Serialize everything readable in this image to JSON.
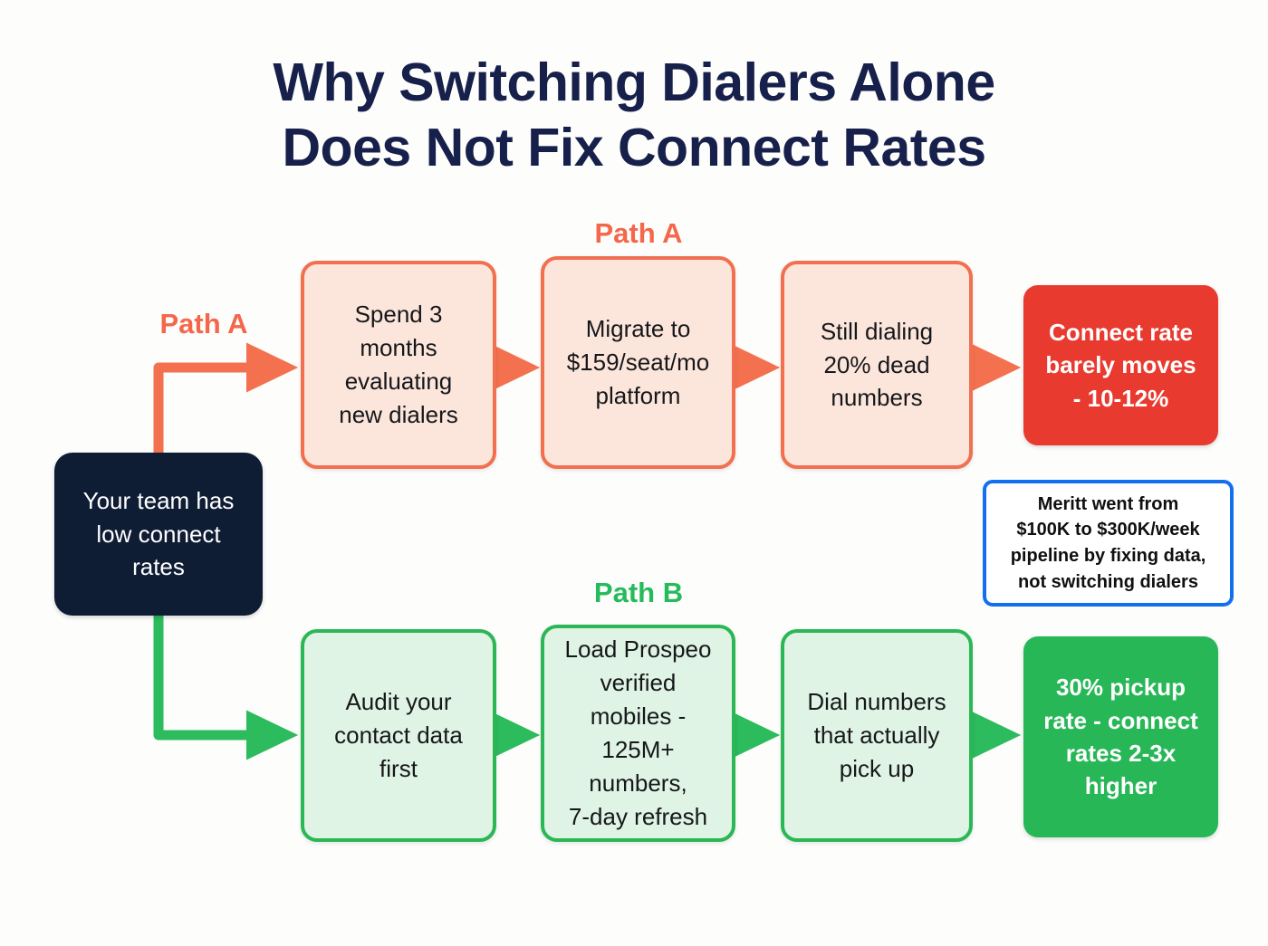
{
  "title": {
    "line1": "Why Switching Dialers Alone",
    "line2": "Does Not Fix Connect Rates"
  },
  "colors": {
    "background": "#fdfdfc",
    "title_navy": "#16204a",
    "start_navy": "#0e1c34",
    "path_a_accent": "#f07050",
    "path_a_label": "#f4674a",
    "path_a_fill": "#fce6dc",
    "path_a_result": "#e93a2f",
    "path_b_accent": "#2cb757",
    "path_b_label": "#25bb5d",
    "path_b_fill": "#dff4e4",
    "path_b_result": "#28b757",
    "callout_border": "#1270ee"
  },
  "start_node": {
    "text": "Your team has\nlow connect\nrates"
  },
  "labels": {
    "path_a_left": "Path A",
    "path_a_top": "Path A",
    "path_b_top": "Path B"
  },
  "path_a": {
    "name": "Path A",
    "steps": [
      {
        "text": "Spend 3\nmonths\nevaluating\nnew dialers"
      },
      {
        "text": "Migrate to\n$159/seat/mo\nplatform"
      },
      {
        "text": "Still dialing\n20% dead\nnumbers"
      }
    ],
    "result": {
      "text": "Connect rate\nbarely moves\n- 10-12%"
    }
  },
  "path_b": {
    "name": "Path B",
    "steps": [
      {
        "text": "Audit your\ncontact data\nfirst"
      },
      {
        "text": "Load Prospeo\nverified\nmobiles -\n125M+ numbers,\n7-day refresh"
      },
      {
        "text": "Dial numbers\nthat actually\npick up"
      }
    ],
    "result": {
      "text": "30% pickup\nrate - connect\nrates 2-3x\nhigher"
    }
  },
  "callout": {
    "text": "Meritt went from\n$100K to $300K/week\npipeline by fixing data,\nnot switching dialers"
  }
}
